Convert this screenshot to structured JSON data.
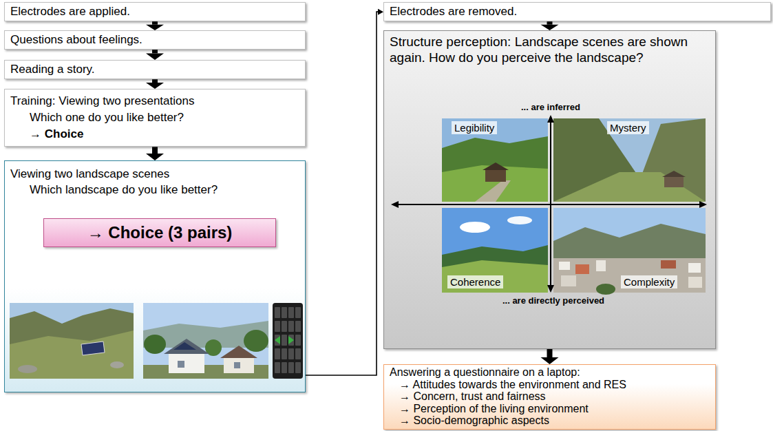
{
  "diagram": {
    "nodes": [
      {
        "text": [
          "Electrodes are applied."
        ]
      },
      {
        "text": [
          "Questions about feelings."
        ]
      },
      {
        "text": [
          "Reading a story."
        ]
      },
      {
        "text": [
          "Training: Viewing two presentations",
          "Which one do you like better?",
          "→ Choice"
        ]
      },
      {
        "text": [
          "Viewing two landscape scenes",
          "Which landscape do you like better?"
        ]
      },
      {
        "text": [
          "→ Choice (3 pairs)"
        ],
        "in": 4
      },
      {
        "text": [
          "Electrodes are removed."
        ]
      },
      {
        "text": [
          "Structure perception: Landscape scenes are shown again. How do you perceive the landscape?"
        ]
      },
      {
        "text": [
          "Answering a questionnaire on a laptop:",
          "→ Attitudes towards the environment and RES",
          "→ Concern, trust and fairness",
          "→ Perception of the living environment",
          "→ Socio-demographic aspects"
        ]
      }
    ],
    "edges": [
      {
        "from": 0,
        "to": 1,
        "arrow": "to"
      },
      {
        "from": 1,
        "to": 2,
        "arrow": "to"
      },
      {
        "from": 2,
        "to": 3,
        "arrow": "to"
      },
      {
        "from": 3,
        "to": 4,
        "arrow": "to"
      },
      {
        "from": 4,
        "to": 6,
        "arrow": "to"
      },
      {
        "from": 6,
        "to": 7,
        "arrow": "to"
      },
      {
        "from": 7,
        "to": 8,
        "arrow": "to"
      }
    ],
    "labels": [
      "... are inferred",
      "Legibility",
      "Mystery",
      "Coherence",
      "Complexity",
      "... are directly perceived"
    ]
  }
}
